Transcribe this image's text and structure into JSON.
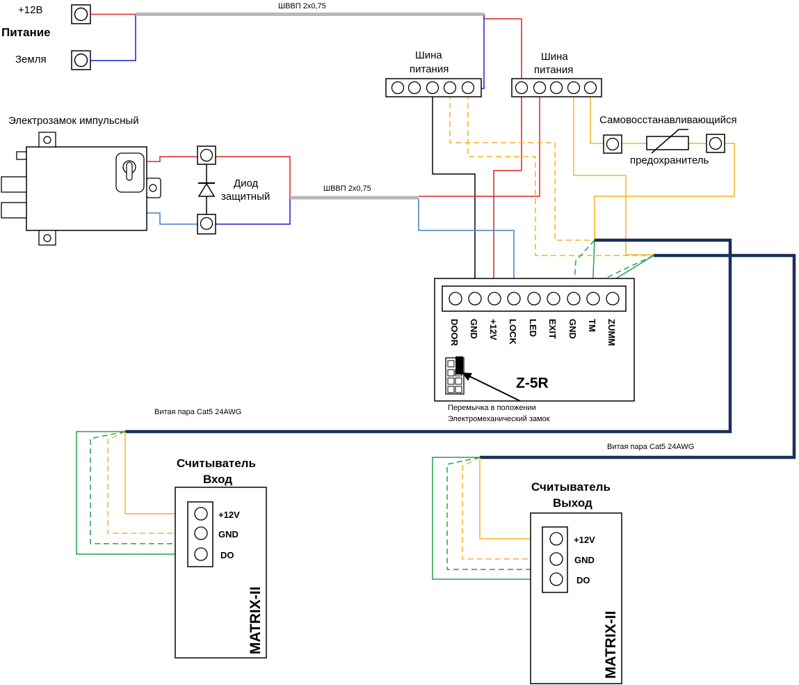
{
  "power": {
    "plus12_label": "+12В",
    "supply_label": "Питание",
    "ground_label": "Земля"
  },
  "cables": {
    "top_cable_label": "ШВВП 2x0,75",
    "lock_cable_label": "ШВВП 2x0,75",
    "twisted_pair_in_label": "Витая пара Cat5 24AWG",
    "twisted_pair_out_label": "Витая пара Cat5 24AWG"
  },
  "bus_left": {
    "label_line1": "Шина",
    "label_line2": "питания"
  },
  "bus_right": {
    "label_line1": "Шина",
    "label_line2": "питания"
  },
  "lock": {
    "label": "Электрозамок импульсный"
  },
  "diode": {
    "label_line1": "Диод",
    "label_line2": "защитный"
  },
  "fuse": {
    "label_line1": "Самовосстанавливающийся",
    "label_line2": "предохранитель"
  },
  "controller": {
    "name": "Z-5R",
    "pins": [
      "DOOR",
      "GND",
      "+12V",
      "LOCK",
      "LED",
      "EXIT",
      "GND",
      "TM",
      "ZUMM"
    ],
    "jumper_note_line1": "Перемычка в положении",
    "jumper_note_line2": "Электромеханический замок"
  },
  "reader_in": {
    "title_line1": "Считыватель",
    "title_line2": "Вход",
    "model": "MATRIX-II",
    "pins": [
      "+12V",
      "GND",
      "DO"
    ]
  },
  "reader_out": {
    "title_line1": "Считыватель",
    "title_line2": "Выход",
    "model": "MATRIX-II",
    "pins": [
      "+12V",
      "GND",
      "DO"
    ]
  },
  "colors": {
    "plus12": "#e02020",
    "ground": "#1a1ad0",
    "lock_minus": "#3a7ec8",
    "cable_gray": "#b8b8b8",
    "orange": "#f5b41e",
    "green": "#20a050",
    "twisted_pair": "#1a2f5a",
    "black": "#000000"
  }
}
